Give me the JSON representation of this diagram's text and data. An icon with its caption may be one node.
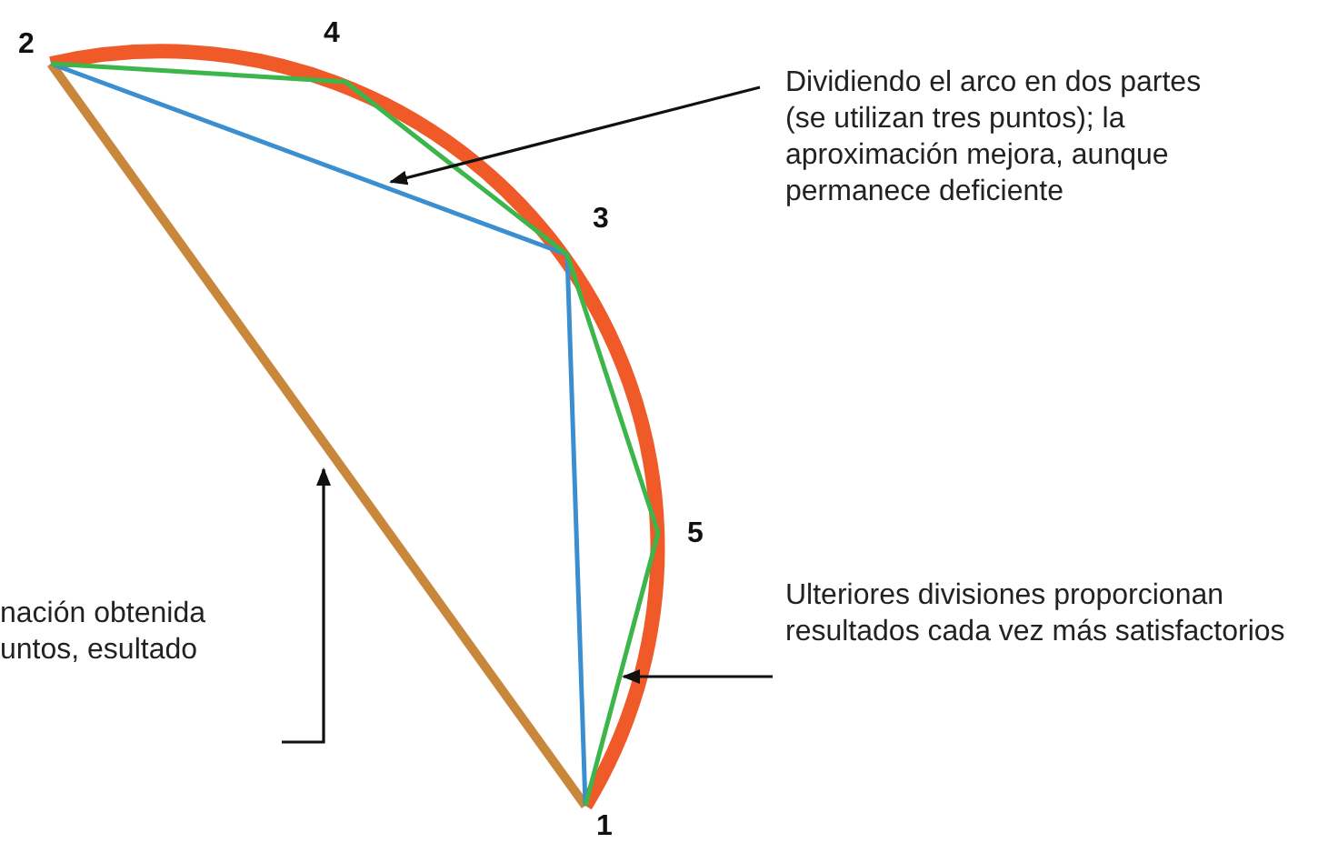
{
  "diagram": {
    "nodes": [
      {
        "text": [
          "Dividiendo el arco en dos partes (se utilizan tres puntos); la aproximación mejora, aunque permanece deficiente"
        ]
      },
      {
        "text": [
          "nación obtenida untos, esultado"
        ]
      },
      {
        "text": [
          "Ulteriores divisiones proporcionan resultados cada vez más satisfactorios"
        ]
      }
    ],
    "edges": [
      {
        "from": 0,
        "to": null,
        "arrow": "to"
      },
      {
        "from": 1,
        "to": null,
        "arrow": "to"
      },
      {
        "from": 2,
        "to": null,
        "arrow": "to"
      }
    ],
    "labels": [
      "2",
      "4",
      "3",
      "5",
      "1"
    ]
  }
}
